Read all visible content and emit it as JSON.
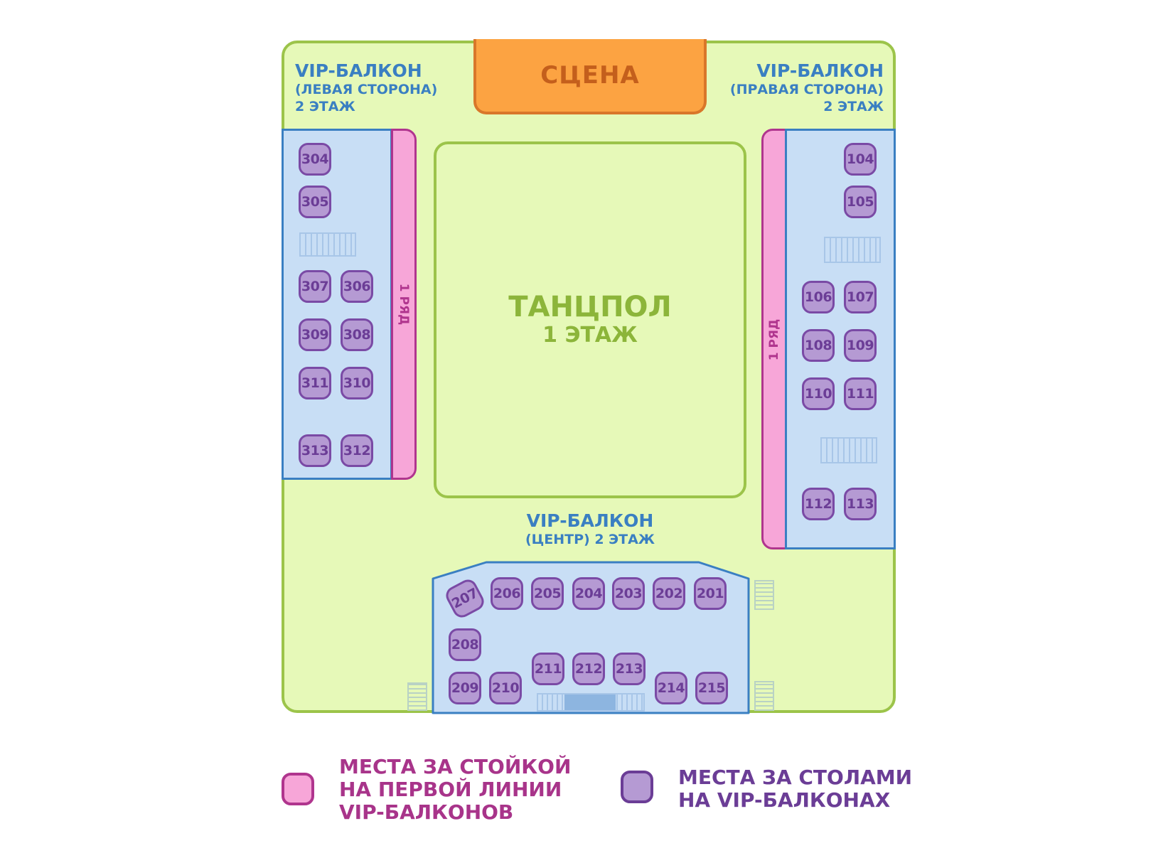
{
  "stage": {
    "label": "СЦЕНА"
  },
  "dancefloor": {
    "line1": "ТАНЦПОЛ",
    "line2": "1 ЭТАЖ"
  },
  "vip_left": {
    "title": "VIP-БАЛКОН",
    "line2": "(ЛЕВАЯ СТОРОНА)",
    "line3": "2 ЭТАЖ"
  },
  "vip_right": {
    "title": "VIP-БАЛКОН",
    "line2": "(ПРАВАЯ СТОРОНА)",
    "line3": "2 ЭТАЖ"
  },
  "vip_center": {
    "title": "VIP-БАЛКОН",
    "line2": "(ЦЕНТР) 2 ЭТАЖ"
  },
  "bar_label": "1 РЯД",
  "seats_left": [
    "304",
    "305",
    "307",
    "306",
    "309",
    "308",
    "311",
    "310",
    "313",
    "312"
  ],
  "seats_right": [
    "104",
    "105",
    "106",
    "107",
    "108",
    "109",
    "110",
    "111",
    "112",
    "113"
  ],
  "seats_center": [
    "207",
    "206",
    "205",
    "204",
    "203",
    "202",
    "201",
    "208",
    "211",
    "212",
    "213",
    "209",
    "210",
    "214",
    "215"
  ],
  "legend": {
    "bar_line1": "МЕСТА ЗА СТОЙКОЙ",
    "bar_line2": "НА ПЕРВОЙ ЛИНИИ",
    "bar_line3": "VIP-БАЛКОНОВ",
    "table_line1": "МЕСТА ЗА СТОЛАМИ",
    "table_line2": "НА VIP-БАЛКОНАХ"
  },
  "colors": {
    "hall": "#e6f9b8",
    "stage": "#fca342",
    "balcony": "#c8def5",
    "bar": "#f7a6d8",
    "table_seat": "#b59ad3"
  }
}
